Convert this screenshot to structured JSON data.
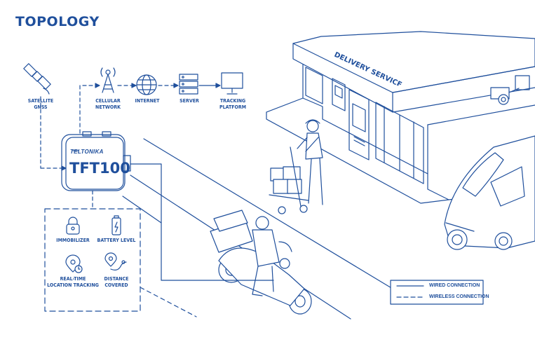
{
  "title": "TOPOLOGY",
  "network_nodes": [
    {
      "label": "SATELLITE\nGNSS",
      "icon": "satellite-icon"
    },
    {
      "label": "CELLULAR\nNETWORK",
      "icon": "cell-tower-icon"
    },
    {
      "label": "INTERNET",
      "icon": "globe-icon"
    },
    {
      "label": "SERVER",
      "icon": "server-icon"
    },
    {
      "label": "TRACKING\nPLATFORM",
      "icon": "monitor-icon"
    }
  ],
  "device": {
    "brand": "TELTONIKA",
    "model": "TFT100"
  },
  "features": [
    {
      "label": "IMMOBILIZER",
      "icon": "lock-icon"
    },
    {
      "label": "BATTERY LEVEL",
      "icon": "battery-icon"
    },
    {
      "label": "REAL-TIME\nLOCATION TRACKING",
      "icon": "location-pin-icon"
    },
    {
      "label": "DISTANCE\nCOVERED",
      "icon": "route-icon"
    }
  ],
  "building_sign": "DELIVERY SERVICE",
  "legend": {
    "wired": "WIRED CONNECTION",
    "wireless": "WIRELESS CONNECTION"
  },
  "colors": {
    "primary": "#1f4f9c",
    "background": "#ffffff"
  }
}
